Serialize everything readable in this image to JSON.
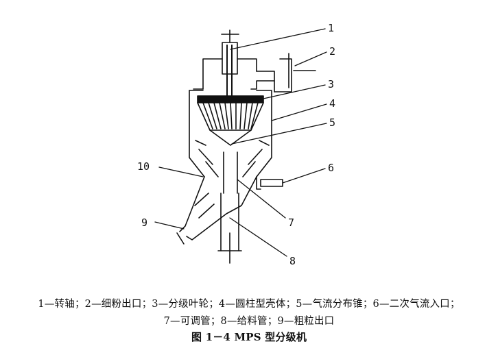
{
  "diagram": {
    "part_numbers": [
      "1",
      "2",
      "3",
      "4",
      "5",
      "6",
      "7",
      "8",
      "9",
      "10"
    ]
  },
  "legend": {
    "line1": "1—转轴；2—细粉出口；3—分级叶轮；4—圆柱型壳体；5—气流分布锥；6—二次气流入口；",
    "line2": "7—可调管；8—给料管；9—粗粒出口"
  },
  "caption": "图 1－4 MPS 型分级机",
  "colors": {
    "ink": "#111111",
    "background": "#ffffff"
  }
}
